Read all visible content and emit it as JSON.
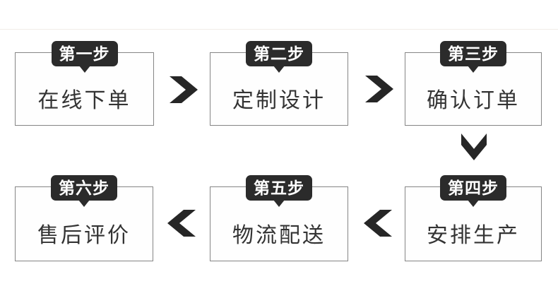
{
  "flow": {
    "steps": [
      {
        "badge": "第一步",
        "label": "在线下单"
      },
      {
        "badge": "第二步",
        "label": "定制设计"
      },
      {
        "badge": "第三步",
        "label": "确认订单"
      },
      {
        "badge": "第四步",
        "label": "安排生产"
      },
      {
        "badge": "第五步",
        "label": "物流配送"
      },
      {
        "badge": "第六步",
        "label": "售后评价"
      }
    ],
    "arrow_directions": [
      "right",
      "right",
      "down",
      "left",
      "left"
    ],
    "colors": {
      "badge_bg": "#2b2b2b",
      "arrow": "#262626",
      "box_border": "#858585",
      "text": "#333333"
    }
  }
}
